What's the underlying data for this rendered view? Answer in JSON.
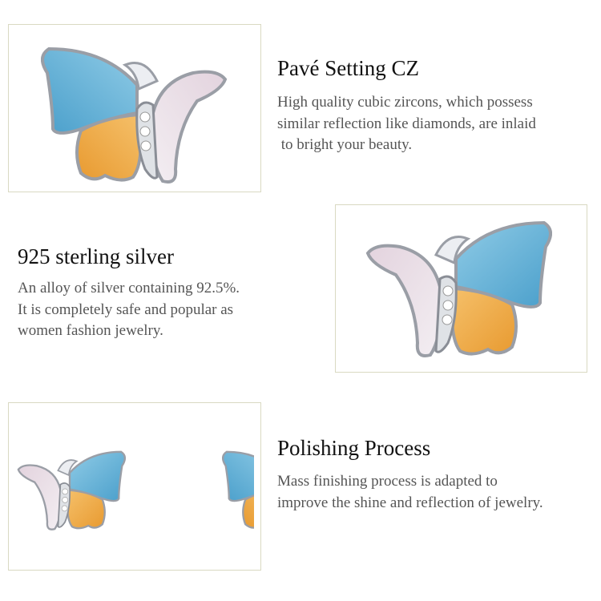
{
  "features": [
    {
      "title": "Pavé Setting CZ",
      "lines": [
        "High quality cubic zircons, which possess",
        "similar reflection like diamonds, are inlaid",
        " to bright your beauty."
      ]
    },
    {
      "title": "925 sterling silver",
      "lines": [
        "An alloy of silver containing 92.5%.",
        "It is completely safe and popular as",
        "women fashion jewelry."
      ]
    },
    {
      "title": "Polishing Process",
      "lines": [
        "Mass finishing process is adapted to",
        "improve the shine and reflection of jewelry."
      ]
    }
  ],
  "colors": {
    "border": "#d9d9c2",
    "blue": "#5fb0d6",
    "pink": "#e6dbe3",
    "orange": "#f0ad45",
    "silver": "#c9ccd2"
  }
}
